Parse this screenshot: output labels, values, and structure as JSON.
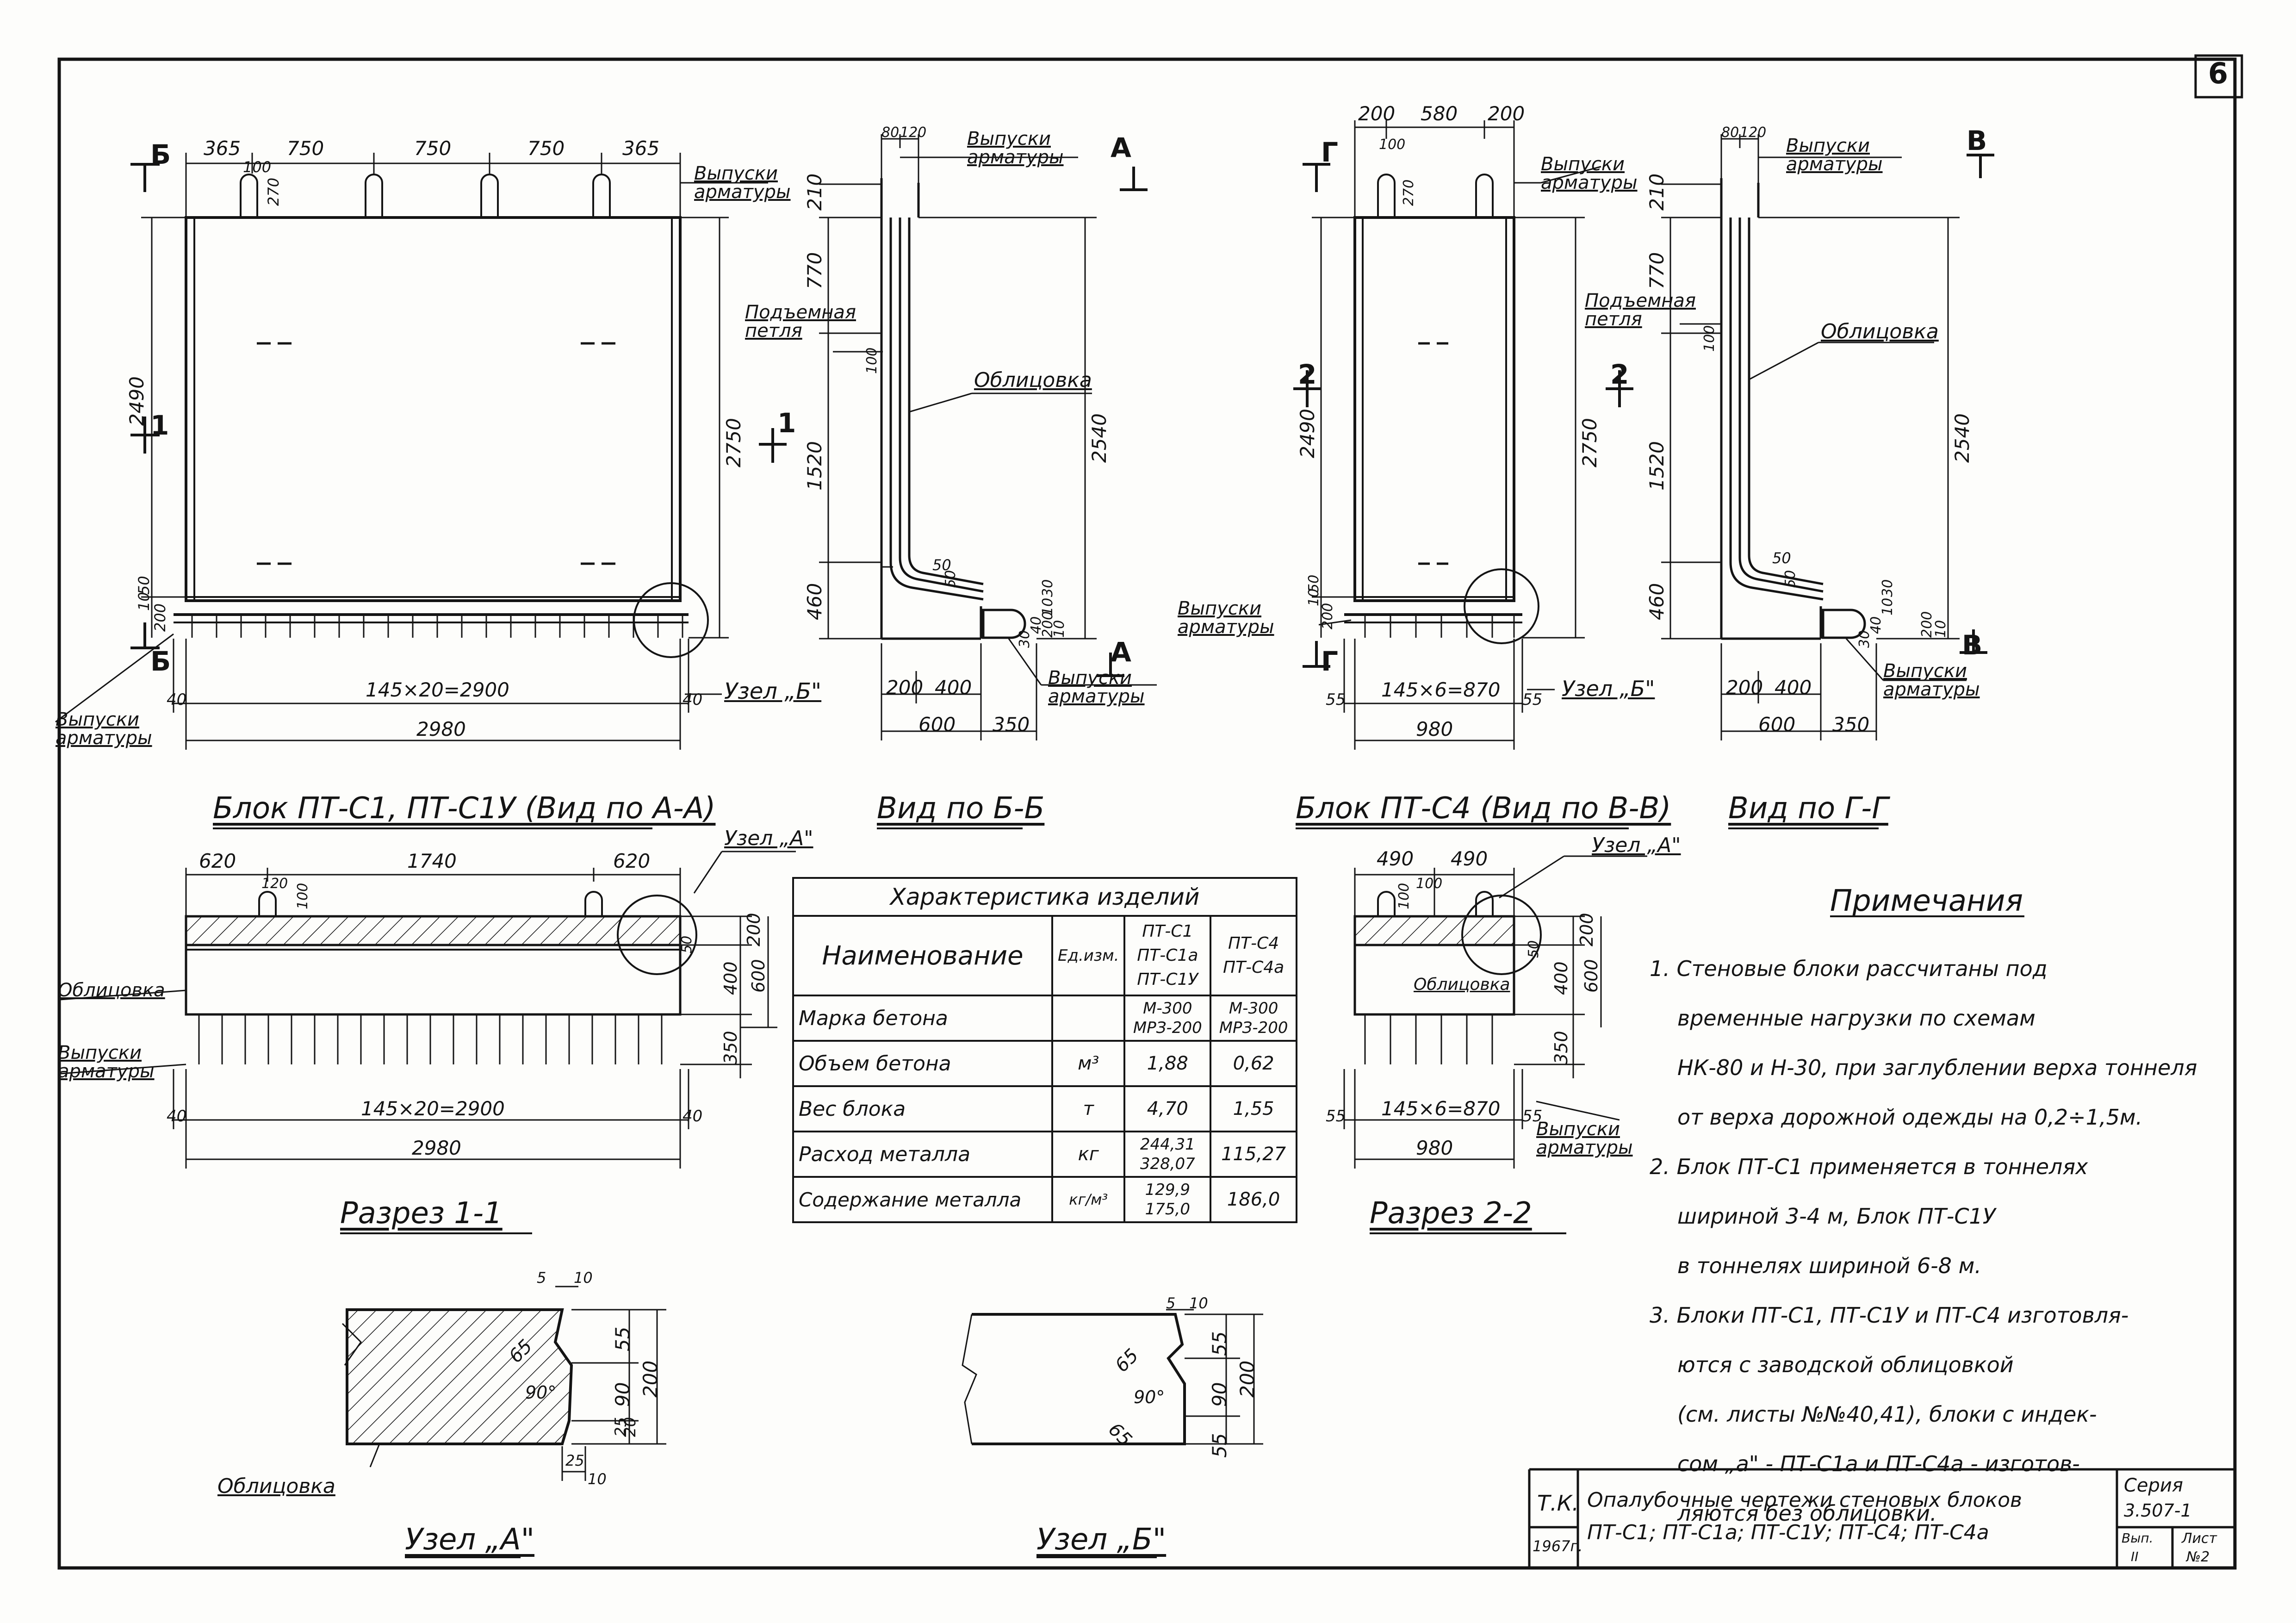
{
  "sheet_number": "6",
  "views": {
    "block_c1": {
      "caption": "Блок ПТ-С1, ПТ-С1У (Вид по А-А)",
      "top_dims": [
        "365",
        "750",
        "750",
        "750",
        "365"
      ],
      "small_dims": [
        "100",
        "270"
      ],
      "left_dims": [
        "2490",
        "200",
        "10",
        "50"
      ],
      "right_dim": "2750",
      "bottom_dims": [
        "145×20=2900",
        "2980"
      ],
      "end_40_left": "40",
      "end_40_right": "40",
      "section_mark_top": "Б",
      "section_mark_bottom": "Б",
      "section_mark_left": "1",
      "section_mark_right": "1",
      "rebar_label_top": "Выпуски арматуры",
      "rebar_label_bottom": "Выпуски арматуры",
      "node_label": "Узел „Б\""
    },
    "view_bb": {
      "caption": "Вид по Б-Б",
      "top_dims": [
        "80",
        "120"
      ],
      "left_dims": [
        "210",
        "770",
        "1520",
        "460"
      ],
      "right_dim": "2540",
      "small_dims": [
        "100",
        "50",
        "50"
      ],
      "right_small": [
        "30",
        "10",
        "30",
        "40",
        "200",
        "10"
      ],
      "bottom_dims": [
        "200",
        "400",
        "600",
        "350"
      ],
      "label_rebar_top": "Выпуски арматуры",
      "label_loop": "Подъемная петля",
      "label_cladding": "Облицовка",
      "label_rebar_bottom": "Выпуски арматуры",
      "section_mark": "А"
    },
    "block_c4": {
      "caption": "Блок ПТ-С4 (Вид по В-В)",
      "top_dims": [
        "200",
        "580",
        "200"
      ],
      "small_dims": [
        "100",
        "270"
      ],
      "left_dim": "2490",
      "left_small": [
        "200",
        "10",
        "50"
      ],
      "right_dim": "2750",
      "bottom_dims": [
        "145×6=870",
        "980"
      ],
      "end_55_left": "55",
      "end_55_right": "55",
      "section_mark_top": "Г",
      "section_mark_bottom": "Г",
      "section_mark_left": "2",
      "rebar_label_top": "Выпуски арматуры",
      "rebar_label_bottom": "Выпуски арматуры",
      "node_label": "Узел „Б\""
    },
    "view_gg": {
      "caption": "Вид по Г-Г",
      "top_dims": [
        "80",
        "120"
      ],
      "left_dims": [
        "210",
        "770",
        "1520",
        "460"
      ],
      "right_dim": "2540",
      "small_dims": [
        "100",
        "50",
        "50"
      ],
      "right_small": [
        "30",
        "10",
        "30",
        "40",
        "200",
        "10"
      ],
      "bottom_dims": [
        "200",
        "400",
        "600",
        "350"
      ],
      "label_rebar_top": "Выпуски арматуры",
      "label_loop": "Подъемная петля",
      "label_cladding": "Облицовка",
      "label_rebar_bottom": "Выпуски арматуры",
      "section_mark_top": "В",
      "section_mark_bottom": "В",
      "section_mark_left": "2"
    },
    "section_11": {
      "caption": "Разрез 1-1",
      "top_dims": [
        "620",
        "1740",
        "620"
      ],
      "small_dims": [
        "120",
        "100"
      ],
      "right_dims": [
        "200",
        "400",
        "600",
        "350",
        "50"
      ],
      "bottom_dims": [
        "145×20=2900",
        "2980"
      ],
      "end_40_left": "40",
      "end_40_right": "40",
      "label_cladding": "Облицовка",
      "label_rebar": "Выпуски арматуры",
      "node_label": "Узел „А\""
    },
    "section_22": {
      "caption": "Разрез 2-2",
      "top_dims": [
        "490",
        "490"
      ],
      "small_dims": [
        "100",
        "100"
      ],
      "right_dims": [
        "200",
        "400",
        "600",
        "350",
        "50"
      ],
      "bottom_dims": [
        "145×6=870",
        "980"
      ],
      "end_55_left": "55",
      "end_55_right": "55",
      "label_cladding": "Облицовка",
      "label_rebar": "Выпуски арматуры",
      "node_label": "Узел „А\""
    },
    "node_a": {
      "caption": "Узел „А\"",
      "dims": [
        "5",
        "10",
        "65",
        "90°",
        "55",
        "90",
        "200",
        "25",
        "20",
        "25",
        "10"
      ],
      "label_cladding": "Облицовка"
    },
    "node_b": {
      "caption": "Узел „Б\"",
      "dims": [
        "5",
        "10",
        "65",
        "90°",
        "65",
        "55",
        "90",
        "200",
        "55"
      ]
    }
  },
  "spec_table": {
    "title": "Характеристика изделий",
    "col_name": "Наименование",
    "col_unit": "Ед.изм.",
    "col_a": [
      "ПТ-С1",
      "ПТ-С1а",
      "ПТ-С1У"
    ],
    "col_b": [
      "ПТ-С4",
      "ПТ-С4а"
    ],
    "rows": [
      {
        "name": "Марка бетона",
        "unit": "",
        "a": "М-300",
        "a2": "МРЗ-200",
        "b": "М-300",
        "b2": "МРЗ-200"
      },
      {
        "name": "Объем бетона",
        "unit": "м³",
        "a": "1,88",
        "a2": "",
        "b": "0,62",
        "b2": ""
      },
      {
        "name": "Вес блока",
        "unit": "т",
        "a": "4,70",
        "a2": "",
        "b": "1,55",
        "b2": ""
      },
      {
        "name": "Расход металла",
        "unit": "кг",
        "a": "244,31",
        "a2": "328,07",
        "b": "115,27",
        "b2": ""
      },
      {
        "name": "Содержание металла",
        "unit": "кг/м³",
        "a": "129,9",
        "a2": "175,0",
        "b": "186,0",
        "b2": ""
      }
    ]
  },
  "notes": {
    "title": "Примечания",
    "lines": [
      "1. Стеновые блоки рассчитаны под",
      "временные нагрузки по схемам",
      "НК-80 и Н-30, при заглублении верха тоннеля",
      "от верха дорожной одежды на 0,2÷1,5м.",
      "2. Блок ПТ-С1 применяется в тоннелях",
      "шириной 3-4 м, Блок ПТ-С1У",
      "в тоннелях шириной 6-8 м.",
      "3. Блоки ПТ-С1, ПТ-С1У и ПТ-С4 изготовля-",
      "ются с заводской облицовкой",
      "(см. листы №№40,41), блоки с индек-",
      "сом „а\" - ПТ-С1а и ПТ-С4а - изготов-",
      "ляются без облицовки."
    ]
  },
  "title_block": {
    "org": "Т.К.",
    "year": "1967г.",
    "title_line1": "Опалубочные чертежи стеновых блоков",
    "title_line2": "ПТ-С1; ПТ-С1а; ПТ-С1У; ПТ-С4; ПТ-С4а",
    "series_label": "Серия",
    "series_value": "3.507-1",
    "issue_label": "Вып.",
    "issue_value": "II",
    "sheet_label": "Лист",
    "sheet_value": "№2"
  }
}
